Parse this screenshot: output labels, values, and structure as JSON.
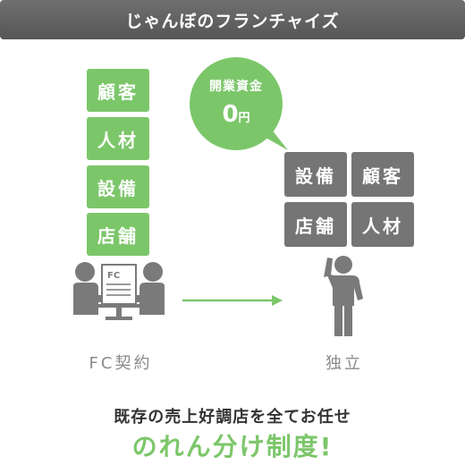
{
  "header": {
    "title": "じゃんぼのフランチャイズ"
  },
  "left_resources": [
    "顧客",
    "人材",
    "設備",
    "店舗"
  ],
  "bubble": {
    "title": "開業資金",
    "amount": "0",
    "unit": "円"
  },
  "right_resources": {
    "row1": [
      "設備",
      "顧客"
    ],
    "row2": [
      "店舗",
      "人材"
    ]
  },
  "contract_doc_text": "FC",
  "labels": {
    "left": "FC契約",
    "right": "独立"
  },
  "tagline": "既存の売上好調店を全てお任せ",
  "catchphrase": "のれん分け制度!",
  "colors": {
    "green": "#7cc66a",
    "gray": "#757575",
    "header": "#606060"
  }
}
